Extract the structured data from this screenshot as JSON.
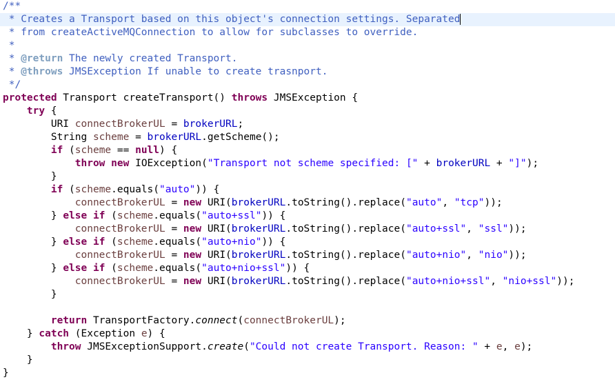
{
  "colors": {
    "keyword": "#7f0055",
    "comment": "#3f5fbf",
    "javadoc_tag": "#7f9fbf",
    "string": "#2a00ff",
    "field": "#0000c0",
    "local_variable": "#6a3e3e",
    "plain": "#000000",
    "current_line": "#e8f2fe"
  },
  "editor": {
    "current_line_index": 1,
    "lines": [
      [
        {
          "t": "/**",
          "s": "cm"
        }
      ],
      [
        {
          "t": " * Creates a Transport based on this object's connection settings. Separated",
          "s": "cm"
        }
      ],
      [
        {
          "t": " * from createActiveMQConnection to allow for subclasses to override.",
          "s": "cm"
        }
      ],
      [
        {
          "t": " *",
          "s": "cm"
        }
      ],
      [
        {
          "t": " * ",
          "s": "cm"
        },
        {
          "t": "@return",
          "s": "tag"
        },
        {
          "t": " The newly created Transport.",
          "s": "cm"
        }
      ],
      [
        {
          "t": " * ",
          "s": "cm"
        },
        {
          "t": "@throws",
          "s": "tag"
        },
        {
          "t": " JMSException If unable to create trasnport.",
          "s": "cm"
        }
      ],
      [
        {
          "t": " */",
          "s": "cm"
        }
      ],
      [
        {
          "t": "protected",
          "s": "kw"
        },
        {
          "t": " Transport createTransport() ",
          "s": "pl"
        },
        {
          "t": "throws",
          "s": "kw"
        },
        {
          "t": " JMSException {",
          "s": "pl"
        }
      ],
      [
        {
          "t": "    ",
          "s": "pl"
        },
        {
          "t": "try",
          "s": "kw"
        },
        {
          "t": " {",
          "s": "pl"
        }
      ],
      [
        {
          "t": "        URI ",
          "s": "pl"
        },
        {
          "t": "connectBrokerUL",
          "s": "var"
        },
        {
          "t": " = ",
          "s": "pl"
        },
        {
          "t": "brokerURL",
          "s": "fld"
        },
        {
          "t": ";",
          "s": "pl"
        }
      ],
      [
        {
          "t": "        String ",
          "s": "pl"
        },
        {
          "t": "scheme",
          "s": "var"
        },
        {
          "t": " = ",
          "s": "pl"
        },
        {
          "t": "brokerURL",
          "s": "fld"
        },
        {
          "t": ".getScheme();",
          "s": "pl"
        }
      ],
      [
        {
          "t": "        ",
          "s": "pl"
        },
        {
          "t": "if",
          "s": "kw"
        },
        {
          "t": " (",
          "s": "pl"
        },
        {
          "t": "scheme",
          "s": "var"
        },
        {
          "t": " == ",
          "s": "pl"
        },
        {
          "t": "null",
          "s": "kw"
        },
        {
          "t": ") {",
          "s": "pl"
        }
      ],
      [
        {
          "t": "            ",
          "s": "pl"
        },
        {
          "t": "throw",
          "s": "kw"
        },
        {
          "t": " ",
          "s": "pl"
        },
        {
          "t": "new",
          "s": "kw"
        },
        {
          "t": " IOException(",
          "s": "pl"
        },
        {
          "t": "\"Transport not scheme specified: [\"",
          "s": "str"
        },
        {
          "t": " + ",
          "s": "pl"
        },
        {
          "t": "brokerURL",
          "s": "fld"
        },
        {
          "t": " + ",
          "s": "pl"
        },
        {
          "t": "\"]\"",
          "s": "str"
        },
        {
          "t": ");",
          "s": "pl"
        }
      ],
      [
        {
          "t": "        }",
          "s": "pl"
        }
      ],
      [
        {
          "t": "        ",
          "s": "pl"
        },
        {
          "t": "if",
          "s": "kw"
        },
        {
          "t": " (",
          "s": "pl"
        },
        {
          "t": "scheme",
          "s": "var"
        },
        {
          "t": ".equals(",
          "s": "pl"
        },
        {
          "t": "\"auto\"",
          "s": "str"
        },
        {
          "t": ")) {",
          "s": "pl"
        }
      ],
      [
        {
          "t": "            ",
          "s": "pl"
        },
        {
          "t": "connectBrokerUL",
          "s": "var"
        },
        {
          "t": " = ",
          "s": "pl"
        },
        {
          "t": "new",
          "s": "kw"
        },
        {
          "t": " URI(",
          "s": "pl"
        },
        {
          "t": "brokerURL",
          "s": "fld"
        },
        {
          "t": ".toString().replace(",
          "s": "pl"
        },
        {
          "t": "\"auto\"",
          "s": "str"
        },
        {
          "t": ", ",
          "s": "pl"
        },
        {
          "t": "\"tcp\"",
          "s": "str"
        },
        {
          "t": "));",
          "s": "pl"
        }
      ],
      [
        {
          "t": "        } ",
          "s": "pl"
        },
        {
          "t": "else",
          "s": "kw"
        },
        {
          "t": " ",
          "s": "pl"
        },
        {
          "t": "if",
          "s": "kw"
        },
        {
          "t": " (",
          "s": "pl"
        },
        {
          "t": "scheme",
          "s": "var"
        },
        {
          "t": ".equals(",
          "s": "pl"
        },
        {
          "t": "\"auto+ssl\"",
          "s": "str"
        },
        {
          "t": ")) {",
          "s": "pl"
        }
      ],
      [
        {
          "t": "            ",
          "s": "pl"
        },
        {
          "t": "connectBrokerUL",
          "s": "var"
        },
        {
          "t": " = ",
          "s": "pl"
        },
        {
          "t": "new",
          "s": "kw"
        },
        {
          "t": " URI(",
          "s": "pl"
        },
        {
          "t": "brokerURL",
          "s": "fld"
        },
        {
          "t": ".toString().replace(",
          "s": "pl"
        },
        {
          "t": "\"auto+ssl\"",
          "s": "str"
        },
        {
          "t": ", ",
          "s": "pl"
        },
        {
          "t": "\"ssl\"",
          "s": "str"
        },
        {
          "t": "));",
          "s": "pl"
        }
      ],
      [
        {
          "t": "        } ",
          "s": "pl"
        },
        {
          "t": "else",
          "s": "kw"
        },
        {
          "t": " ",
          "s": "pl"
        },
        {
          "t": "if",
          "s": "kw"
        },
        {
          "t": " (",
          "s": "pl"
        },
        {
          "t": "scheme",
          "s": "var"
        },
        {
          "t": ".equals(",
          "s": "pl"
        },
        {
          "t": "\"auto+nio\"",
          "s": "str"
        },
        {
          "t": ")) {",
          "s": "pl"
        }
      ],
      [
        {
          "t": "            ",
          "s": "pl"
        },
        {
          "t": "connectBrokerUL",
          "s": "var"
        },
        {
          "t": " = ",
          "s": "pl"
        },
        {
          "t": "new",
          "s": "kw"
        },
        {
          "t": " URI(",
          "s": "pl"
        },
        {
          "t": "brokerURL",
          "s": "fld"
        },
        {
          "t": ".toString().replace(",
          "s": "pl"
        },
        {
          "t": "\"auto+nio\"",
          "s": "str"
        },
        {
          "t": ", ",
          "s": "pl"
        },
        {
          "t": "\"nio\"",
          "s": "str"
        },
        {
          "t": "));",
          "s": "pl"
        }
      ],
      [
        {
          "t": "        } ",
          "s": "pl"
        },
        {
          "t": "else",
          "s": "kw"
        },
        {
          "t": " ",
          "s": "pl"
        },
        {
          "t": "if",
          "s": "kw"
        },
        {
          "t": " (",
          "s": "pl"
        },
        {
          "t": "scheme",
          "s": "var"
        },
        {
          "t": ".equals(",
          "s": "pl"
        },
        {
          "t": "\"auto+nio+ssl\"",
          "s": "str"
        },
        {
          "t": ")) {",
          "s": "pl"
        }
      ],
      [
        {
          "t": "            ",
          "s": "pl"
        },
        {
          "t": "connectBrokerUL",
          "s": "var"
        },
        {
          "t": " = ",
          "s": "pl"
        },
        {
          "t": "new",
          "s": "kw"
        },
        {
          "t": " URI(",
          "s": "pl"
        },
        {
          "t": "brokerURL",
          "s": "fld"
        },
        {
          "t": ".toString().replace(",
          "s": "pl"
        },
        {
          "t": "\"auto+nio+ssl\"",
          "s": "str"
        },
        {
          "t": ", ",
          "s": "pl"
        },
        {
          "t": "\"nio+ssl\"",
          "s": "str"
        },
        {
          "t": "));",
          "s": "pl"
        }
      ],
      [
        {
          "t": "        }",
          "s": "pl"
        }
      ],
      [
        {
          "t": "",
          "s": "pl"
        }
      ],
      [
        {
          "t": "        ",
          "s": "pl"
        },
        {
          "t": "return",
          "s": "kw"
        },
        {
          "t": " TransportFactory.",
          "s": "pl"
        },
        {
          "t": "connect",
          "s": "st"
        },
        {
          "t": "(",
          "s": "pl"
        },
        {
          "t": "connectBrokerUL",
          "s": "var"
        },
        {
          "t": ");",
          "s": "pl"
        }
      ],
      [
        {
          "t": "    } ",
          "s": "pl"
        },
        {
          "t": "catch",
          "s": "kw"
        },
        {
          "t": " (Exception ",
          "s": "pl"
        },
        {
          "t": "e",
          "s": "var"
        },
        {
          "t": ") {",
          "s": "pl"
        }
      ],
      [
        {
          "t": "        ",
          "s": "pl"
        },
        {
          "t": "throw",
          "s": "kw"
        },
        {
          "t": " JMSExceptionSupport.",
          "s": "pl"
        },
        {
          "t": "create",
          "s": "st"
        },
        {
          "t": "(",
          "s": "pl"
        },
        {
          "t": "\"Could not create Transport. Reason: \"",
          "s": "str"
        },
        {
          "t": " + ",
          "s": "pl"
        },
        {
          "t": "e",
          "s": "var"
        },
        {
          "t": ", ",
          "s": "pl"
        },
        {
          "t": "e",
          "s": "var"
        },
        {
          "t": ");",
          "s": "pl"
        }
      ],
      [
        {
          "t": "    }",
          "s": "pl"
        }
      ],
      [
        {
          "t": "}",
          "s": "pl"
        }
      ]
    ]
  }
}
